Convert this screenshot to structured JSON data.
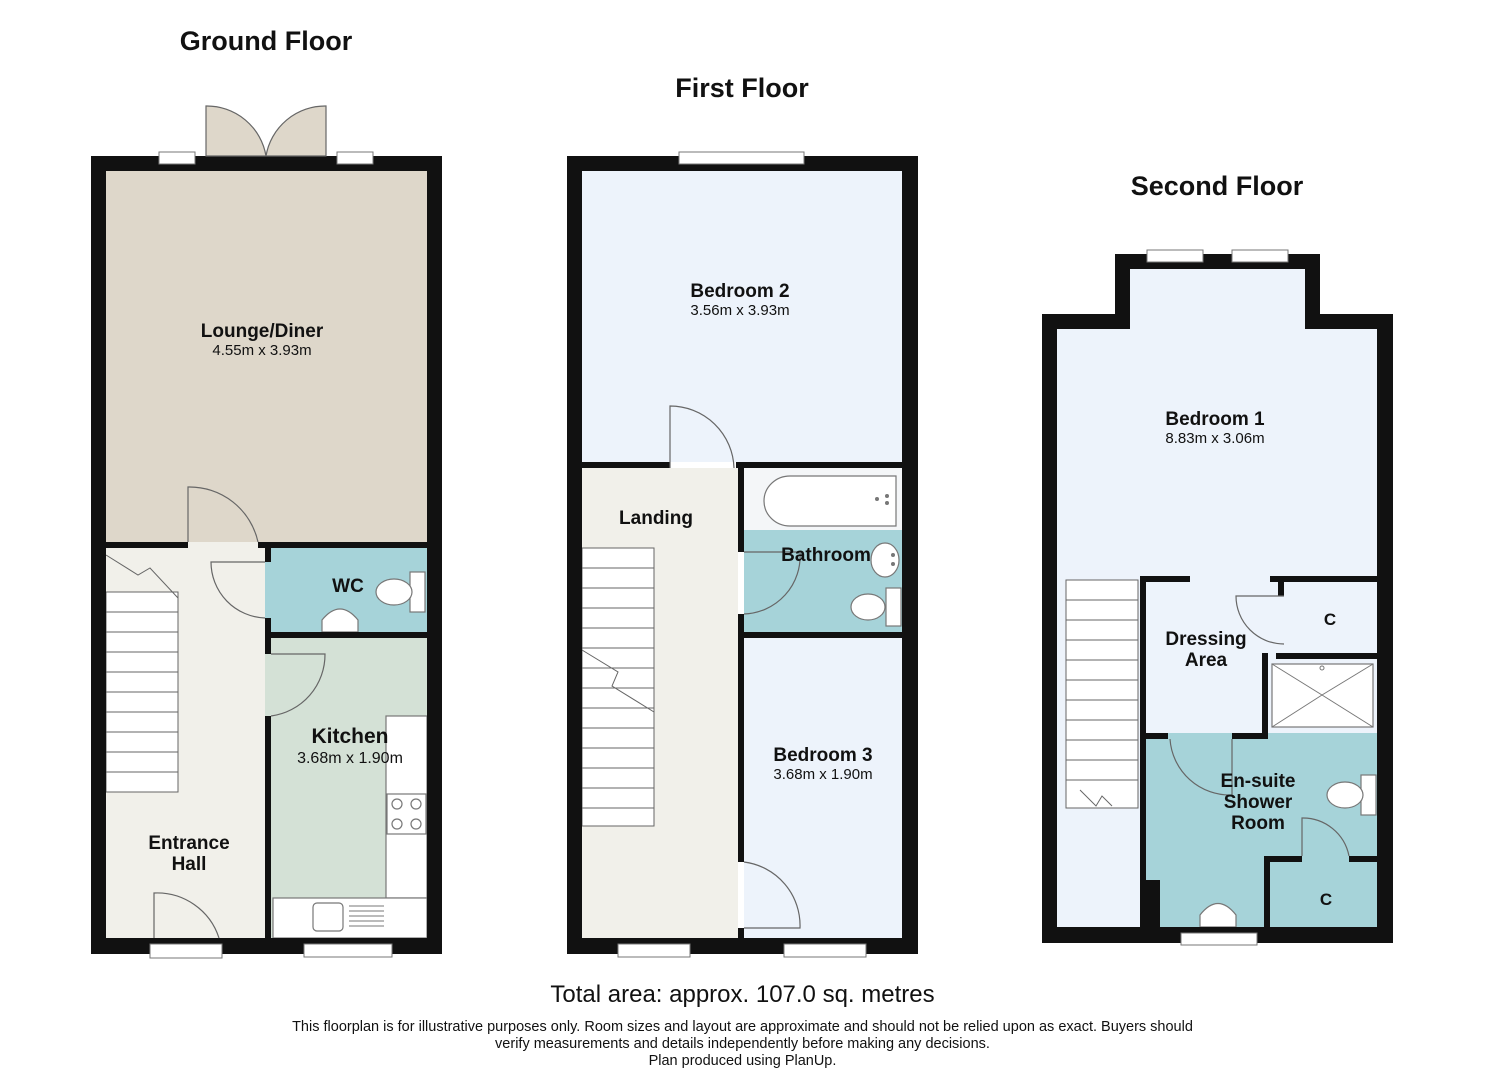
{
  "floors": {
    "ground": {
      "title": "Ground Floor",
      "rooms": {
        "lounge": {
          "name": "Lounge/Diner",
          "dims": "4.55m x 3.93m"
        },
        "wc": {
          "name": "WC"
        },
        "kitchen": {
          "name": "Kitchen",
          "dims": "3.68m x 1.90m"
        },
        "hall": {
          "line1": "Entrance",
          "line2": "Hall"
        }
      }
    },
    "first": {
      "title": "First Floor",
      "rooms": {
        "bedroom2": {
          "name": "Bedroom 2",
          "dims": "3.56m x 3.93m"
        },
        "landing": {
          "name": "Landing"
        },
        "bathroom": {
          "name": "Bathroom"
        },
        "bedroom3": {
          "name": "Bedroom 3",
          "dims": "3.68m x 1.90m"
        }
      }
    },
    "second": {
      "title": "Second Floor",
      "rooms": {
        "bedroom1": {
          "name": "Bedroom 1",
          "dims": "8.83m x 3.06m"
        },
        "dressing": {
          "line1": "Dressing",
          "line2": "Area"
        },
        "ensuite": {
          "line1": "En-suite",
          "line2": "Shower",
          "line3": "Room"
        },
        "cupboard1": {
          "name": "C"
        },
        "cupboard2": {
          "name": "C"
        }
      }
    }
  },
  "colors": {
    "lounge": "#ded7ca",
    "hall": "#f1f0ea",
    "wet": "#a6d3d9",
    "kitchen": "#d4e1d6",
    "bedroom": "#edf3fb",
    "wall": "#111111"
  },
  "footer": {
    "total_area": "Total area: approx. 107.0 sq. metres",
    "disclaimer_line1": "This floorplan is for illustrative purposes only. Room sizes and layout are approximate and should not be relied upon as exact. Buyers should",
    "disclaimer_line2": "verify measurements and details independently before making any decisions.",
    "disclaimer_line3": "Plan produced using PlanUp."
  }
}
